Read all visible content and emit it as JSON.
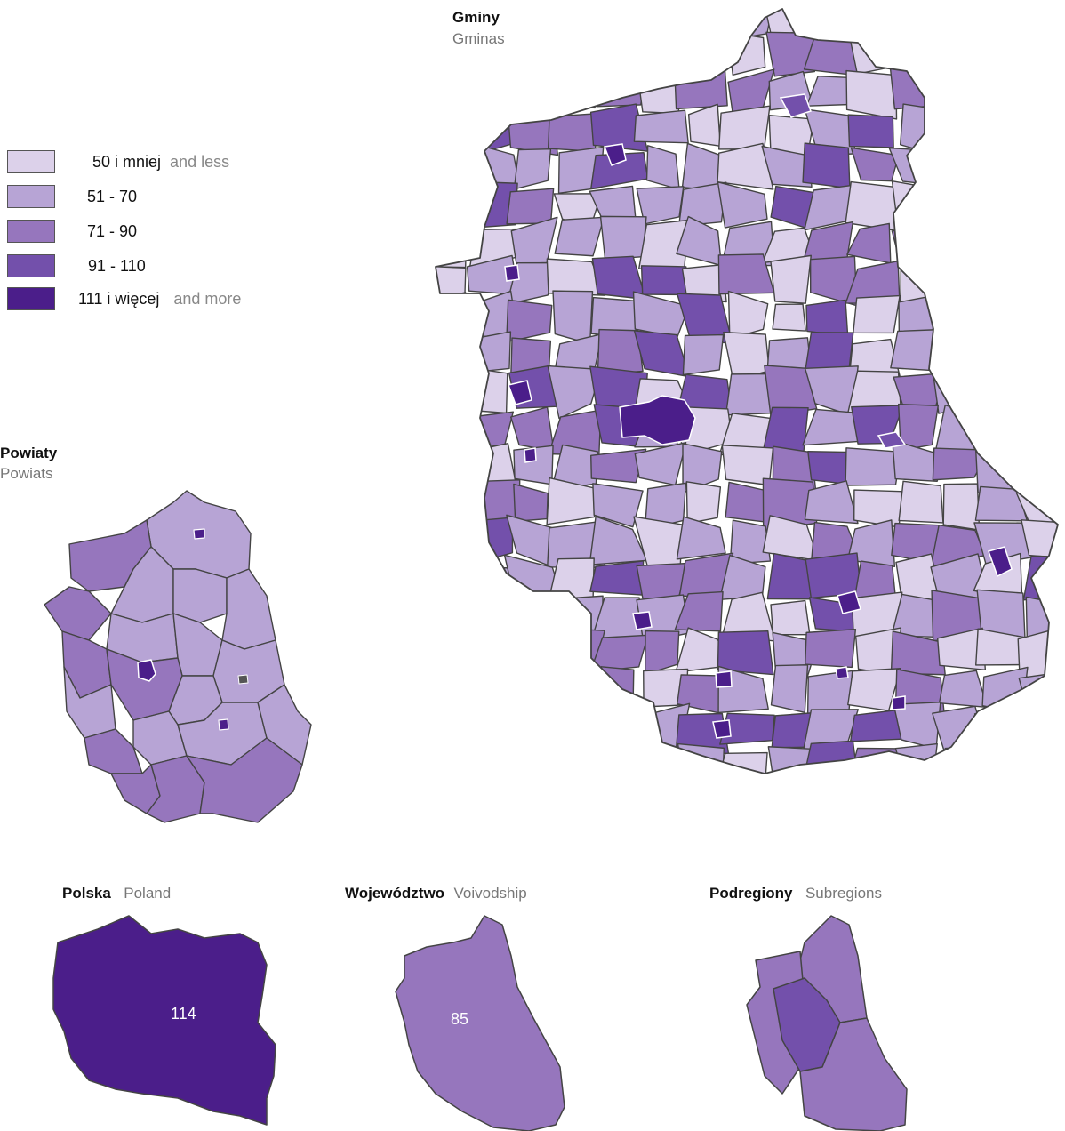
{
  "gminy": {
    "title_pl": "Gminy",
    "title_en": "Gminas"
  },
  "powiaty": {
    "title_pl": "Powiaty",
    "title_en": "Powiats"
  },
  "polska": {
    "title_pl": "Polska",
    "title_en": "Poland",
    "value": "114"
  },
  "wojewodztwo": {
    "title_pl": "Województwo",
    "title_en": "Voivodship",
    "value": "85"
  },
  "podregiony": {
    "title_pl": "Podregiony",
    "title_en": "Subregions"
  },
  "legend": [
    {
      "label_pl": "50 i mniej",
      "label_en": "and less",
      "color": "#dcd1ea"
    },
    {
      "label_pl": "51 - 70",
      "label_en": "",
      "color": "#b7a4d5"
    },
    {
      "label_pl": "71 - 90",
      "label_en": "",
      "color": "#9676bd"
    },
    {
      "label_pl": "91 - 110",
      "label_en": "",
      "color": "#7350ab"
    },
    {
      "label_pl": "111 i więcej",
      "label_en": "and more",
      "color": "#4b1e8a"
    }
  ],
  "colors": {
    "border": "#444444",
    "highlight_border": "#ffffff"
  }
}
